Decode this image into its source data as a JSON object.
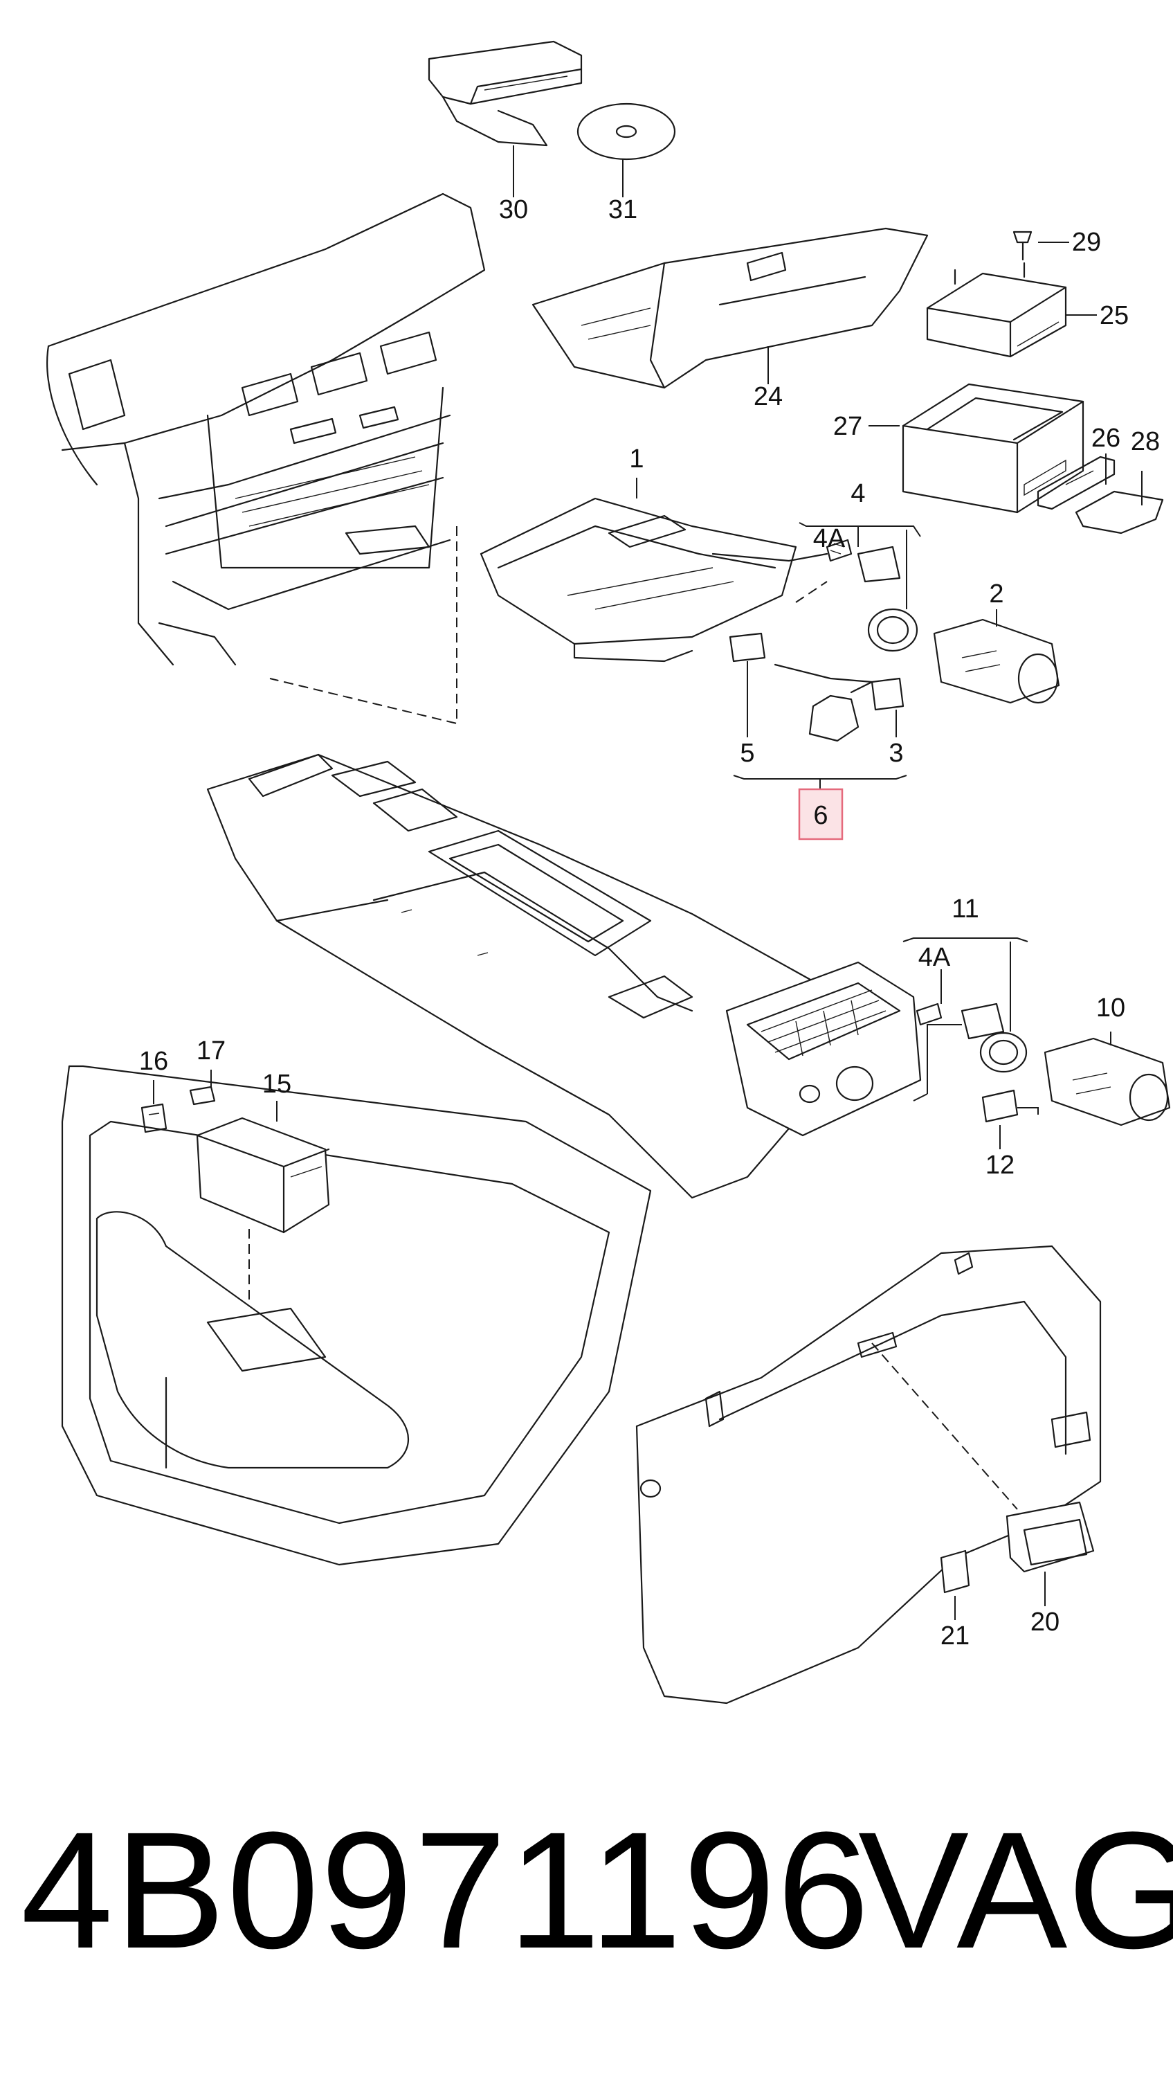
{
  "diagram": {
    "callouts": {
      "c1": "1",
      "c2": "2",
      "c3": "3",
      "c4": "4",
      "c4a": "4A",
      "c5": "5",
      "c6": "6",
      "c10": "10",
      "c11": "11",
      "c4a_b": "4A",
      "c12": "12",
      "c15": "15",
      "c16": "16",
      "c17": "17",
      "c20": "20",
      "c21": "21",
      "c24": "24",
      "c25": "25",
      "c26": "26",
      "c27": "27",
      "c28": "28",
      "c29": "29",
      "c30": "30",
      "c31": "31"
    },
    "highlighted_callout": "6",
    "highlight_color": "#e56a7c"
  },
  "footer": {
    "part_number": "4B0971196",
    "brand": "VAG"
  }
}
